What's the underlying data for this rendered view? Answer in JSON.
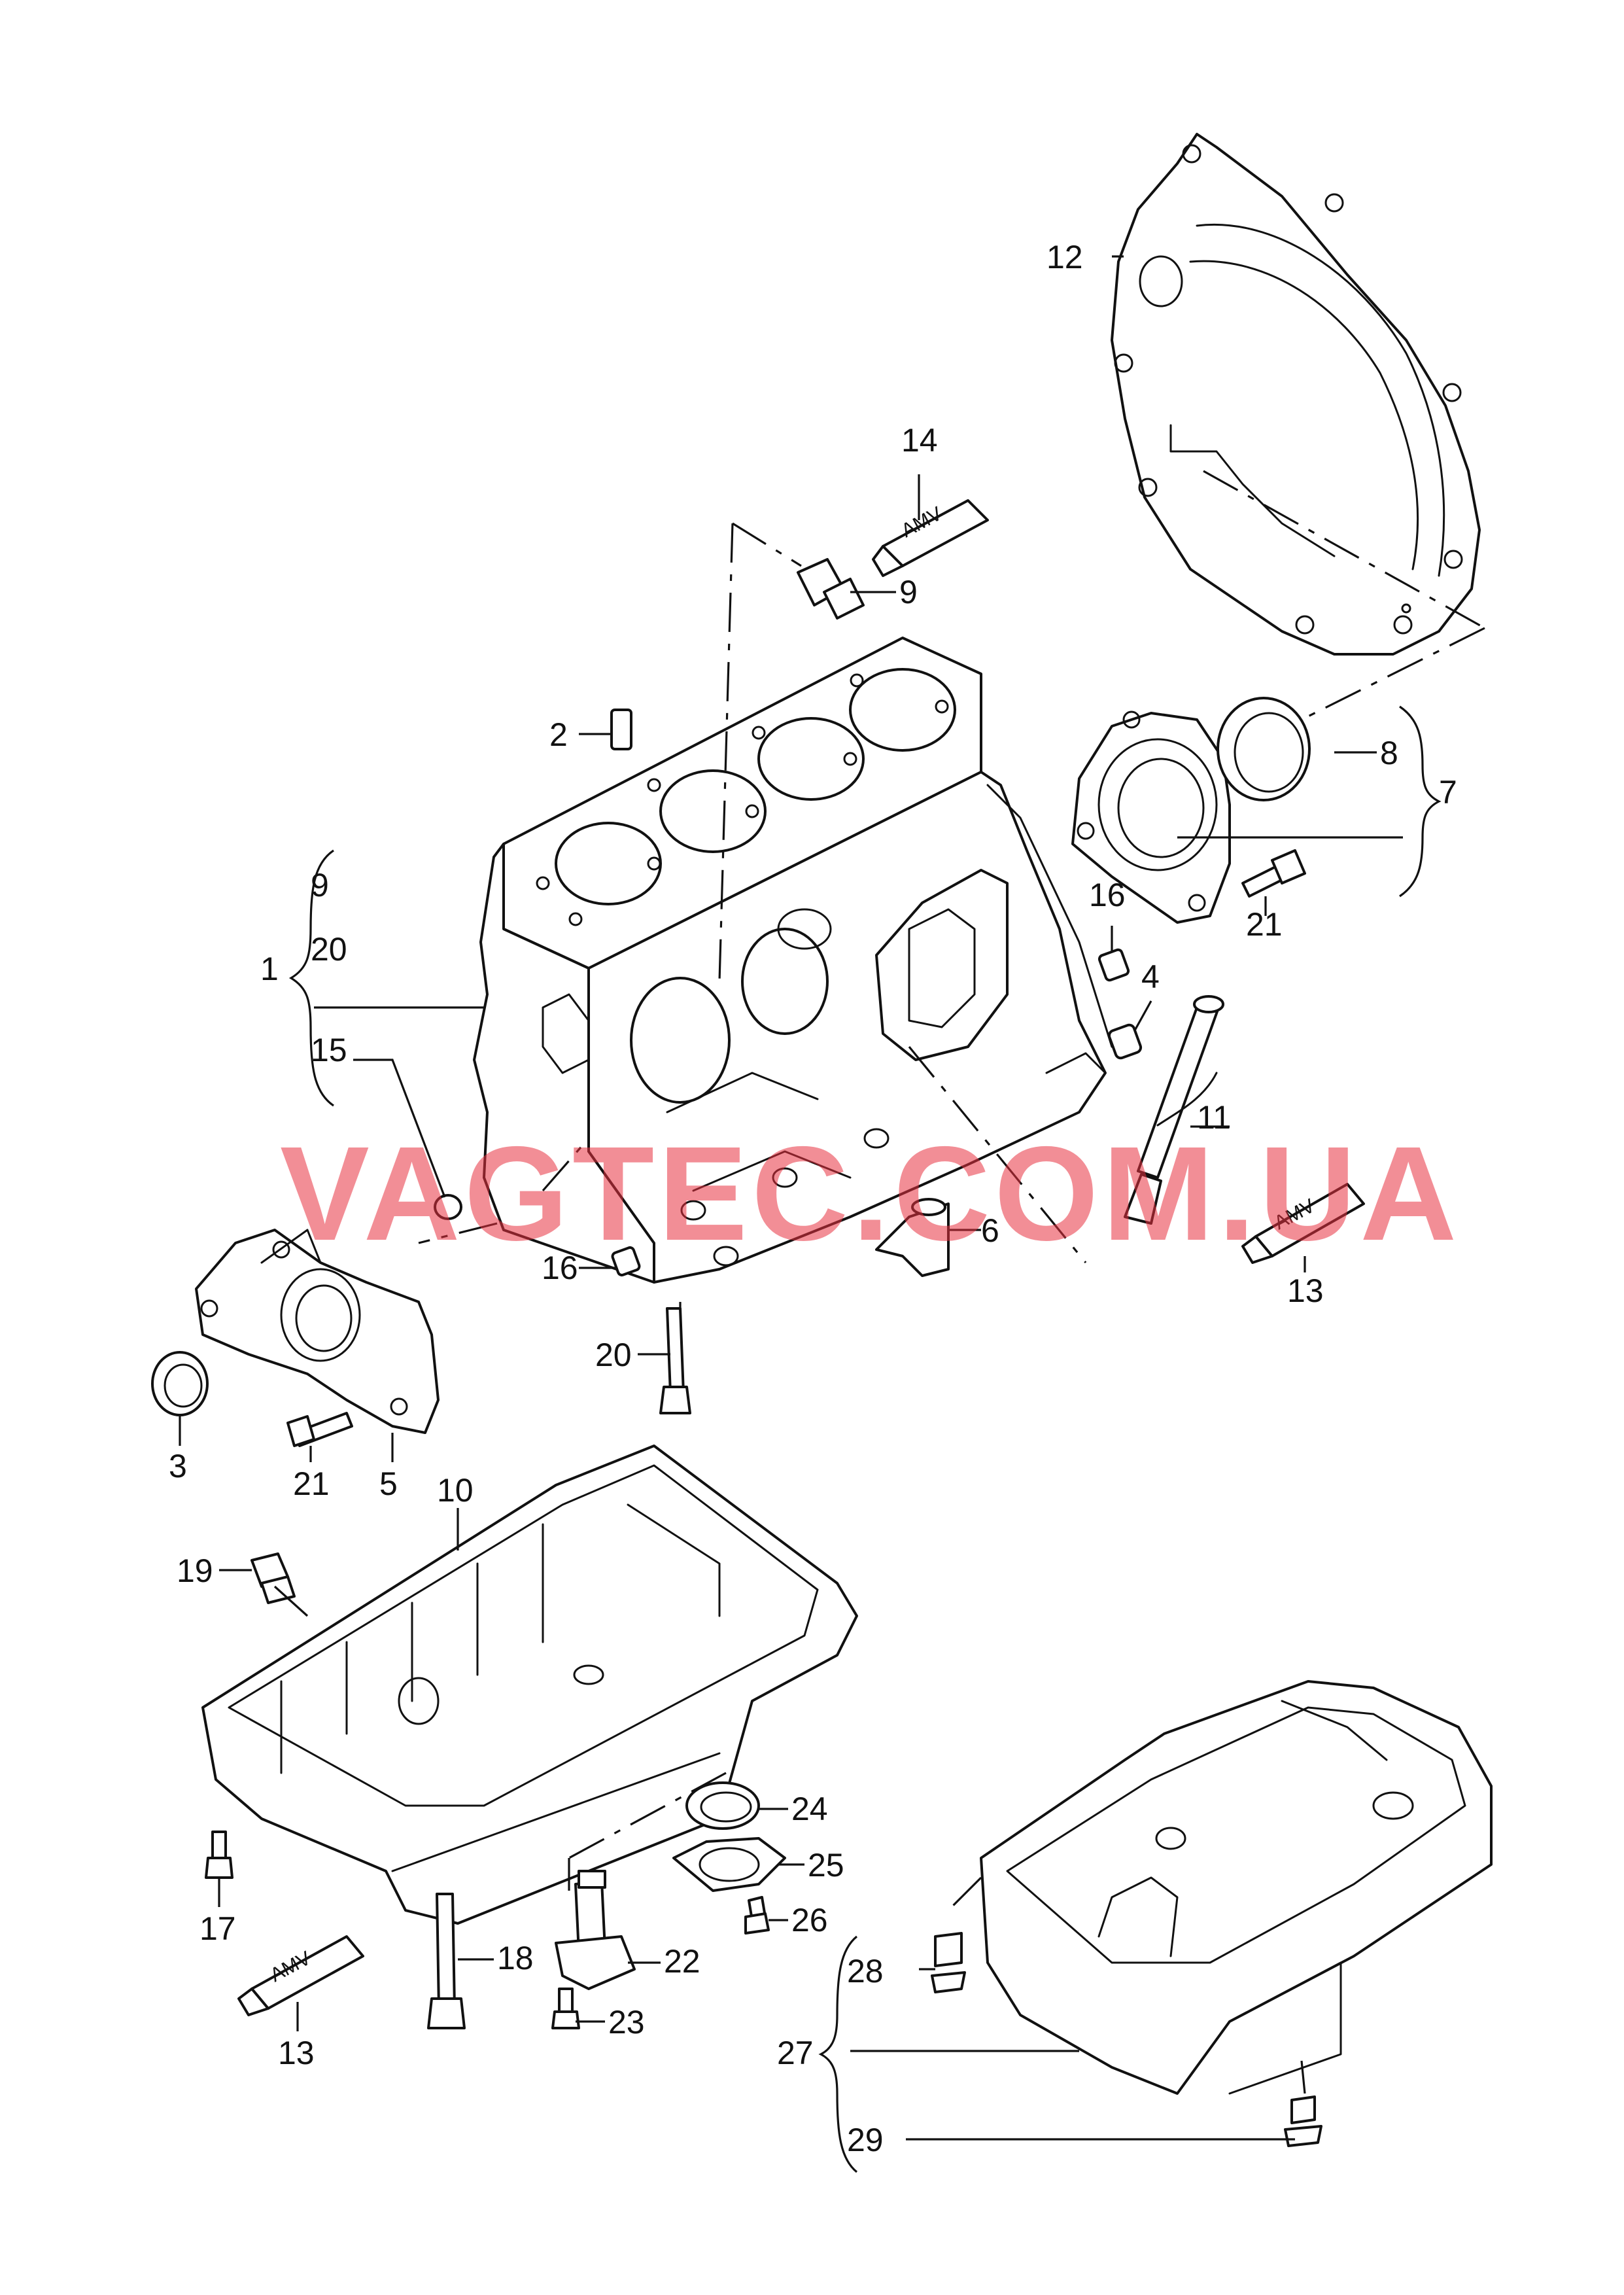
{
  "watermark": "VAGTEC.COM.UA",
  "tube_marking": "AMV",
  "labels": {
    "n1": "1",
    "n2": "2",
    "n3": "3",
    "n4": "4",
    "n5": "5",
    "n6": "6",
    "n7": "7",
    "n8": "8",
    "n9a": "9",
    "n9b": "9",
    "n10": "10",
    "n11": "11",
    "n12": "12",
    "n13a": "13",
    "n13b": "13",
    "n14": "14",
    "n15": "15",
    "n16a": "16",
    "n16b": "16",
    "n17": "17",
    "n18": "18",
    "n19": "19",
    "n20a": "20",
    "n20b": "20",
    "n21a": "21",
    "n21b": "21",
    "n22": "22",
    "n23": "23",
    "n24": "24",
    "n25": "25",
    "n26": "26",
    "n27": "27",
    "n28": "28",
    "n29": "29"
  }
}
